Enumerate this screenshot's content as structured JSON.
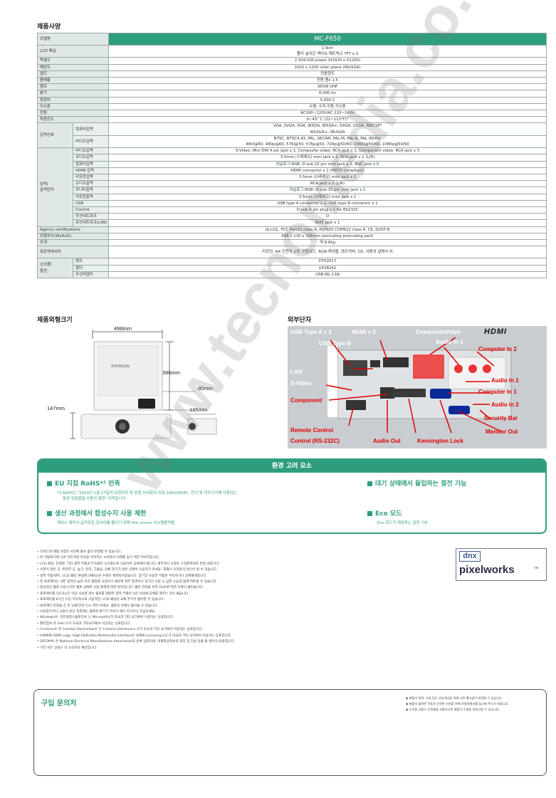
{
  "spec_section": {
    "title": "제품사양",
    "model_label": "모델명",
    "model": "MC-F650",
    "rows": [
      {
        "label": "LCD 패널",
        "value": "1.9cm",
        "value2": "폴리 실리콘 액티브 매트릭스 TFT x 3"
      },
      {
        "label": "픽셀수",
        "value": "2,304,000 pixels (H1920 x V1200)"
      },
      {
        "label": "해상도",
        "value": "1920 x 1200 color pixels (WUXGA)"
      },
      {
        "label": "렌즈",
        "value": "전동렌즈"
      },
      {
        "label": "줌배율",
        "value": "전동 줌x 1.5"
      },
      {
        "label": "램프",
        "value": "365W UHP"
      },
      {
        "label": "밝기",
        "value": "6,000 lm"
      },
      {
        "label": "명암비",
        "value": "5,000:1"
      },
      {
        "label": "키스톤",
        "value": "수평, 수직 자동 키스톤"
      },
      {
        "label": "전원",
        "value": "AC100~120V/AC 220~240V"
      },
      {
        "label": "작동온도",
        "value": "0~45° C (32~113°F)*"
      }
    ],
    "input_group": "입력신호",
    "input_rows": [
      {
        "label": "컴퓨터입력",
        "value": "VGA, SVGA, XGA, WXGA, WXGA+, SXGA, UXGA, MAC16*",
        "value2": "WSXGA+, WUXGA"
      },
      {
        "label": "비디오입력",
        "value": "NTSC, NTSC4.43, PAL, SECAM, PAL-M, PAL-N, PAL (60Hz)",
        "value2": "480i@60, 480p@60, 576i@50, 576p@50, 720p@50/60, 1080i@50/60, 1080p@50/60"
      }
    ],
    "io_group": "입력/\n출력단자",
    "io_rows": [
      {
        "label": "비디오입력",
        "value": "S-Video: Mini DIN 4 pin jack x 1, Composite video: RCA jack x 1, Component video: RCA jack x 3"
      },
      {
        "label": "오디오입력",
        "value": "3.5mm (스테레오) mini jack x 2, RCA jack x 2 (L/R)"
      },
      {
        "label": "컴퓨터입력",
        "value": "아날로그 RGB: D-sub 15 pin mini jack x 1, BNC jack x 5"
      },
      {
        "label": "HDMI 입력",
        "value": "HDMI connector x 2 (HDCP compliant)"
      },
      {
        "label": "리모컨입력",
        "value": "3.5mm (스테레오) mini jack x 1"
      },
      {
        "label": "오디오출력",
        "value": "RCA jack x 2 (L/R)"
      },
      {
        "label": "모니터출력",
        "value": "아날로그 RGB: D-sub 15 pin mini jack x 1"
      },
      {
        "label": "리모컨출력",
        "value": "3.5mm (스테레오) mini jack x 1"
      },
      {
        "label": "USB",
        "value": "USB type A connector x 2, USB type B connector x 1"
      },
      {
        "label": "Control",
        "value": "D-sub 9 pin plug x 1 for RS232C"
      },
      {
        "label": "무선네트워크",
        "value": "O"
      },
      {
        "label": "유선네트워크(LAN)",
        "value": "RJ45 jack x 1"
      }
    ],
    "tail_rows": [
      {
        "label": "Agency certifications",
        "value": "UL/cUL, FCC Part15 class A, AS/NZS CISPR22 class A, CE, GOST-R"
      },
      {
        "label": "외형치수(WxHxD)",
        "value": "498 x 135 x 396mm (excluding protruding part)"
      },
      {
        "label": "무게",
        "value": "약 8.8kg"
      },
      {
        "label": "표준액세서리",
        "value": "리모컨, AA 건전지 2개, 전원코드, RGB 케이블, 렌즈커버, CD, 사용자 설명서 외"
      }
    ],
    "consumable_group": "소모품/\n옵션",
    "consumable_rows": [
      {
        "label": "램프",
        "value": "DT02017"
      },
      {
        "label": "필터",
        "value": "UX38242"
      },
      {
        "label": "무선어댑터",
        "value": "USB-WL-11N"
      }
    ]
  },
  "dimensions": {
    "title": "제품외형크기",
    "brand_on_device": "SHONGUN",
    "d498": "498mm",
    "d396": "396mm",
    "d80": "80mm",
    "d147": "147mm",
    "d135": "135mm"
  },
  "terminals": {
    "title": "외부단자",
    "hdmi_logo": "HDMI",
    "labels": {
      "usb_a": "USB Type A x 2",
      "hdmi": "HDMi x 2",
      "usb_b": "USB Type B",
      "composite": "CompositeVideo",
      "audio_in3": "Audio In 3",
      "computer_in2": "Computer In 2",
      "lan": "LAN",
      "svideo": "S-Video",
      "audio_in1": "Audio In 1",
      "computer_in1": "Computer In 1",
      "component": "Component",
      "audio_in2": "Audio In 2",
      "security_bar": "Security Bar",
      "remote_control": "Remote Control",
      "monitor_out": "Monitor Out",
      "control_rs232": "Control (RS-232C)",
      "audio_out": "Audio Out",
      "kensington": "Kensington Lock"
    }
  },
  "environment": {
    "title": "환경 고려 요소",
    "items": [
      {
        "title": "EU 지침 RoHS*¹ 만족",
        "desc1": "*1 RoHS는 \"2003년 1월 27일자 유럽의회 및 유럽 이사회의 지침 2002/95/EC, 전기 및 전자기기에 사용되는",
        "desc2": "특정 위험물질 사용의 제한\" 의약입니다."
      },
      {
        "title": "대기 상태에서 돌입하는 절전 기능",
        "desc1": "",
        "desc2": ""
      },
      {
        "title": "생산 과정에서 합성수지 사용 제한",
        "desc1": "케이스 제작시 날카로운 모서리를 줄이기 위해 Hot runner 시스템을적용.",
        "desc2": ""
      },
      {
        "title": "Eco 모드",
        "desc1": "Eco 모드가 제공하는 절전 기능",
        "desc2": ""
      }
    ]
  },
  "notes": [
    "디자인과 제품 사양은 사전에 통보 없이 변경될 수 있습니다.",
    "본 카탈로그에 나온 이미지와 비교용 이미지는 소비자의 이해를 돕기 위한 이미지입니다.",
    "LCD 패널, 전원판, 기타 광학 부품과 부속품은 소모품으로 사용하면 교체해야 합니다. 세부적인 사항은 구입판매처로 연락 바랍니다.",
    "수분이 많은 곳, 축축한 곳, 습기, 먼지, 그을음, 담배 연기가 많은 곳에서 사용하지 마세요. 화재나 오작동의 원인이 될 수 있습니다.",
    "광학 부품(렌즈, LCD 패널, 편광판 (PBS))은 수명이 제한되어있습니다. 장기간 사용한 부품은 수리하거나 교체해야합니다.",
    "본 프로젝터는 내부 압력이 높은 수은 램프를 사용하기 때문에 외부 충격이나 장기간 사용 시 심한 소음과 함께 파손될 수 있습니다.",
    "정상적인 램프 사용시간은 램프 상태와 사용 환경에 따라 달라집니다. 램프 전원을 자주 On/Off 하면 수명이 줄어듭니다.",
    "프로젝터를 1일 6시간 이상 사용할 경우 램프를 제외한 광학 부품은 1년 이내에 교체를 해주는 것이 좋습니다.",
    "프로젝터를 6시간 이상 지속적으로 사용하면, LCD 패널의 교체 주기가 짧아질 수 있습니다.",
    "프로젝터 전원을 끈 후 10분간은 다시 켜지 마세요. 램프의 수명이 줄어들 수 있습니다.",
    "사용중이거나 사용이 끝난 직후에는 램프와 환기구 주위가 매우 뜨거우니 조심하세요.",
    "Windows®, 인터넷익스플로러® 는 Microsoft사가 미국과 기타 국가에서 이용하는 상표입니다.",
    "펜티엄® 은 Intel 사가 미국과 기타국가에서 이용하는 상표입니다.",
    "Crestron® 과 Crestron RoomView® 는 Crestron Electronics 사가 미국과 기타 국가에서 이용하는 상표입니다.",
    "HDMI와 HDMI Logo, High-Definition Multimedia Interface는 HDMI Licensing LLC가 미국과 기타 국가에서 이용하는 상표입니다.",
    "DICOM® 은 National Electrical Manufactures Association의 등록 상표이며, 의료영상정보의 처리 및 전송 등을 할 경우의 표준입니다.",
    "기타 모든 상표는 각 소유자의 재산입니다."
  ],
  "logo": {
    "top": "dnx",
    "bottom": "pixelworks",
    "tm": "tm"
  },
  "inquiry": {
    "title": "구입 문의처",
    "notes": [
      "◆ 제품의 외관, 사양 등은 성능개선을 위해 사전 예고없이 변경될 수 있습니다.",
      "◆ 제품의 올바른 작동과 안전한 사용을 위해 사용설명서를 참고해 주시기 바랍니다.",
      "◆ 소모품 교환시 순정품을 사용하시면 제품의 수명을 연장시킬 수 있습니다."
    ]
  },
  "watermark": "www.tecnomedia.co.kr",
  "colors": {
    "accent": "#2f9e7e",
    "terminal_label_red": "#e10000",
    "terminal_bg": "#c9cdd1"
  }
}
